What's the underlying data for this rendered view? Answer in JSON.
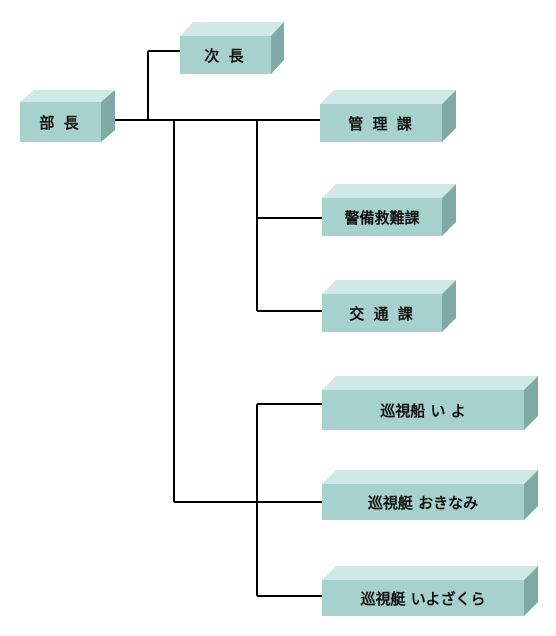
{
  "colors": {
    "box_front": "#a6d1cc",
    "box_top": "#d0e9e6",
    "box_side": "#7fa9a4",
    "line": "#000000",
    "text": "#111111"
  },
  "org": {
    "head": "部 長",
    "deputy": "次 長",
    "divisions": [
      "管 理 課",
      "警備救難課",
      "交 通 課"
    ],
    "vessels": [
      "巡視船 い よ",
      "巡視艇 おきなみ",
      "巡視艇 いよざくら"
    ]
  }
}
